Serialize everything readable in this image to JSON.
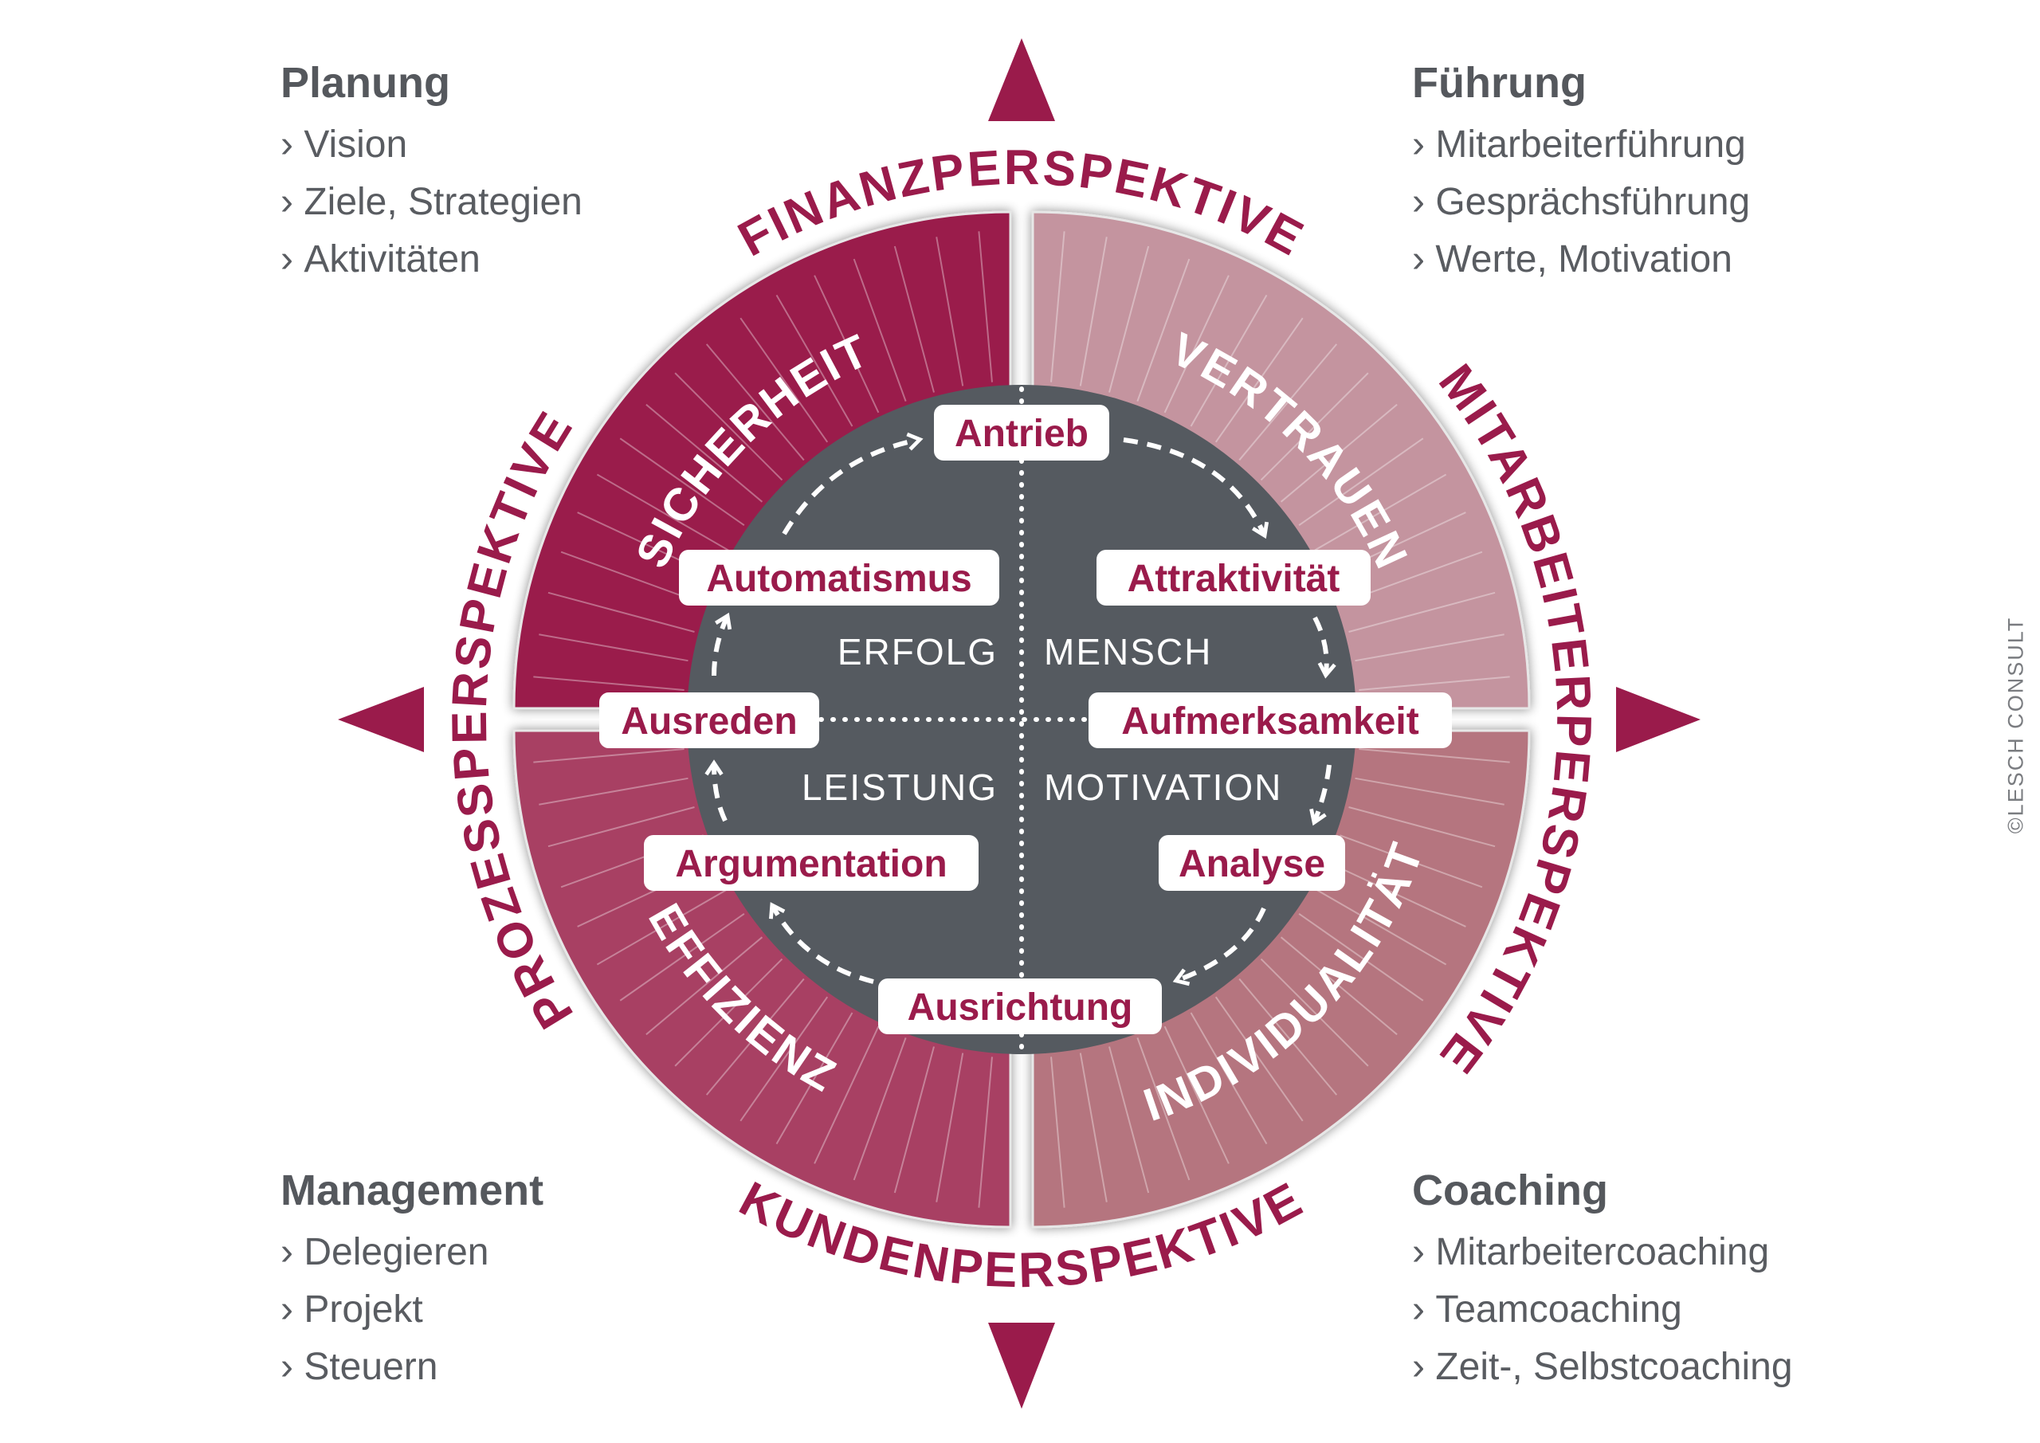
{
  "corners": {
    "top_left": {
      "title": "Planung",
      "items": [
        "Vision",
        "Ziele, Strategien",
        "Aktivitäten"
      ]
    },
    "top_right": {
      "title": "Führung",
      "items": [
        "Mitarbeiterführung",
        "Gesprächsführung",
        "Werte, Motivation"
      ]
    },
    "bottom_left": {
      "title": "Management",
      "items": [
        "Delegieren",
        "Projekt",
        "Steuern"
      ]
    },
    "bottom_right": {
      "title": "Coaching",
      "items": [
        "Mitarbeitercoaching",
        "Teamcoaching",
        "Zeit-, Selbstcoaching"
      ]
    }
  },
  "perspectives": {
    "top": "FINANZPERSPEKTIVE",
    "right": "MITARBEITERPERSPEKTIVE",
    "bottom": "KUNDENPERSPEKTIVE",
    "left": "PROZESSPERSPEKTIVE"
  },
  "quadrants": {
    "top_left": "SICHERHEIT",
    "top_right": "VERTRAUEN",
    "bottom_left": "EFFIZIENZ",
    "bottom_right": "INDIVIDUALITÄT"
  },
  "center": {
    "top_left": "ERFOLG",
    "top_right": "MENSCH",
    "bottom_left": "LEISTUNG",
    "bottom_right": "MOTIVATION"
  },
  "cycle": {
    "antrieb": "Antrieb",
    "attraktivitaet": "Attraktivität",
    "aufmerksamkeit": "Aufmerksamkeit",
    "analyse": "Analyse",
    "ausrichtung": "Ausrichtung",
    "argumentation": "Argumentation",
    "ausreden": "Ausreden",
    "automatismus": "Automatismus"
  },
  "copyright": "©LESCH CONSULT",
  "colors": {
    "brand": "#9a1b4b",
    "top_left_fill": "#9a1b4b",
    "top_right_fill": "#c4949f",
    "bottom_left_fill": "#a83f63",
    "bottom_right_fill": "#b5757f",
    "center": "#555a60",
    "text_grey": "#55585d"
  }
}
